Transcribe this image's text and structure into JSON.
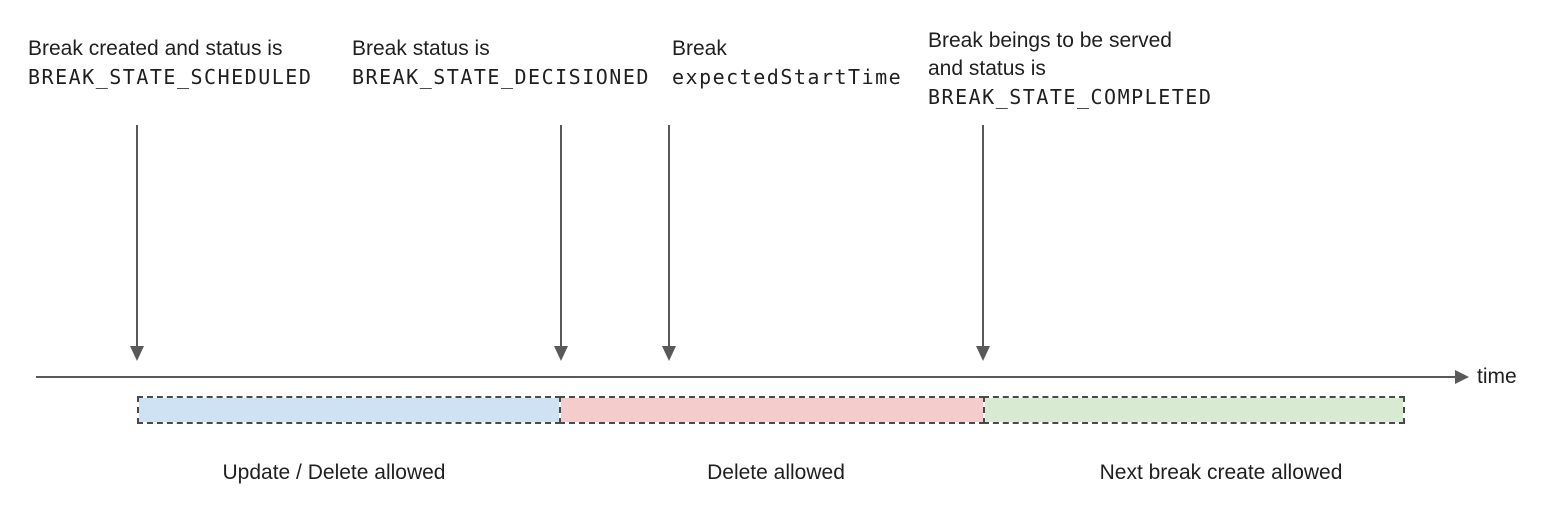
{
  "annotations": [
    {
      "line1": "Break created and status is",
      "line2": "BREAK_STATE_SCHEDULED"
    },
    {
      "line1": "Break status is",
      "line2": "BREAK_STATE_DECISIONED"
    },
    {
      "line1": "Break",
      "line2": "expectedStartTime"
    },
    {
      "line1": "Break beings to be served",
      "line2": "and status is",
      "line3": "BREAK_STATE_COMPLETED"
    }
  ],
  "timeline": {
    "axis_label": "time",
    "axis_color": "#595959"
  },
  "segments": [
    {
      "label": "Update / Delete allowed",
      "fill": "#cfe2f3"
    },
    {
      "label": "Delete allowed",
      "fill": "#f4cccc"
    },
    {
      "label": "Next break create allowed",
      "fill": "#d9ead3"
    }
  ]
}
